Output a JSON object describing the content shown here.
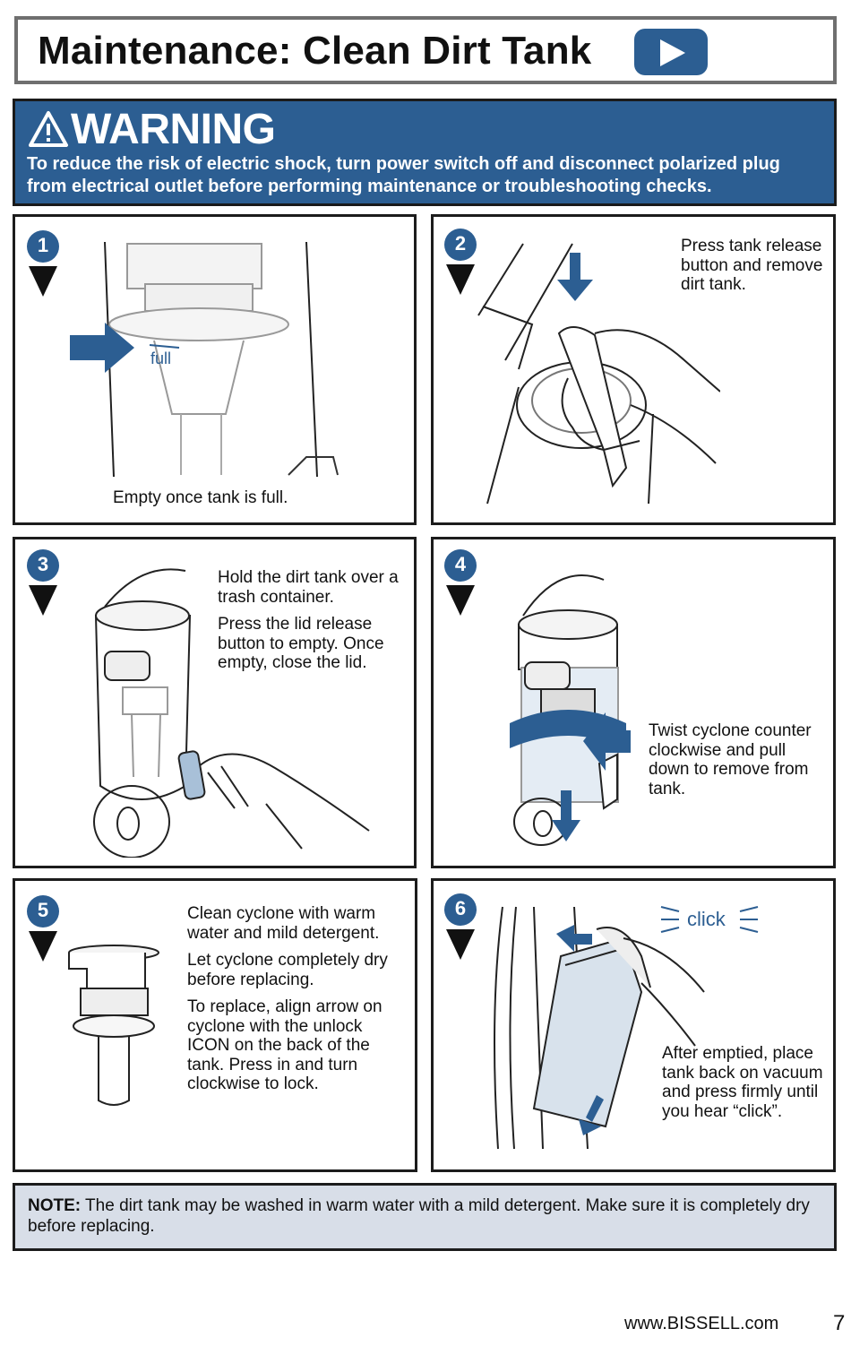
{
  "header": {
    "title": "Maintenance: Clean Dirt Tank",
    "play_icon": "play-icon",
    "accent_color": "#2c5e92"
  },
  "warning": {
    "title": "WARNING",
    "icon": "warning-triangle-icon",
    "text": "To reduce the risk of electric shock, turn power switch off and disconnect polarized plug from electrical outlet before performing maintenance or troubleshooting checks."
  },
  "steps": [
    {
      "number": "1",
      "label": "full",
      "caption": [
        "Empty once tank is full."
      ]
    },
    {
      "number": "2",
      "caption": [
        "Press tank release button and remove dirt tank."
      ]
    },
    {
      "number": "3",
      "caption": [
        "Hold the dirt tank over a trash container.",
        "Press the lid release button to empty. Once empty, close the lid."
      ]
    },
    {
      "number": "4",
      "caption": [
        "Twist cyclone counter clockwise and pull down to remove from tank."
      ]
    },
    {
      "number": "5",
      "caption": [
        "Clean cyclone with warm water and mild detergent.",
        "Let cyclone completely dry before replacing.",
        "To replace, align arrow on cyclone with the unlock ICON on the back of the tank. Press in and turn clockwise to lock."
      ]
    },
    {
      "number": "6",
      "label": "click",
      "caption": [
        "After emptied, place tank back on vacuum and press firmly until you hear “click”."
      ]
    }
  ],
  "note": {
    "label": "NOTE:",
    "text": " The dirt tank may be washed in warm water with a mild detergent. Make sure it is completely dry before replacing."
  },
  "footer": {
    "url": "www.BISSELL.com",
    "page": "7"
  }
}
